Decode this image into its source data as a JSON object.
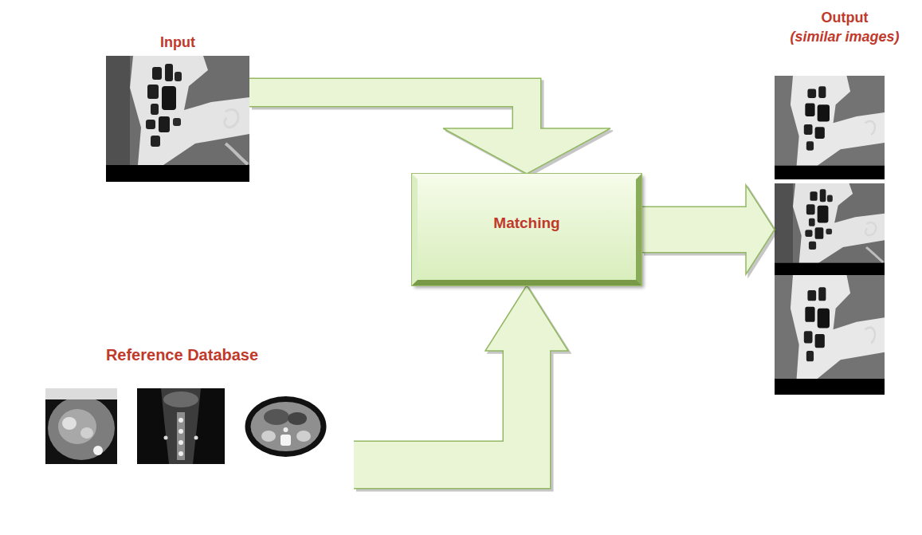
{
  "diagram": {
    "nodes": [
      {
        "text": [
          "Input"
        ]
      },
      {
        "text": [
          "Output",
          "(similar images)"
        ]
      },
      {
        "text": [
          "Matching"
        ]
      },
      {
        "text": [
          "Reference Database"
        ]
      }
    ],
    "edges": [
      {
        "from": 0,
        "to": 2,
        "arrow": "to"
      },
      {
        "from": 3,
        "to": 2,
        "arrow": "to"
      },
      {
        "from": 2,
        "to": 1,
        "arrow": "to"
      }
    ]
  }
}
